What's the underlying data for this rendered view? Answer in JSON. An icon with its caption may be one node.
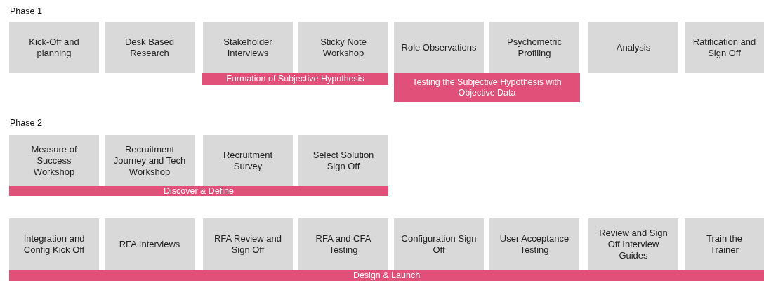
{
  "diagram": {
    "nodes": [
      {
        "text": [
          "Kick-Off and planning"
        ]
      },
      {
        "text": [
          "Desk Based Research"
        ]
      },
      {
        "text": [
          "Stakeholder Interviews"
        ]
      },
      {
        "text": [
          "Sticky Note Workshop"
        ]
      },
      {
        "text": [
          "Role Observations"
        ]
      },
      {
        "text": [
          "Psychometric Profiling"
        ]
      },
      {
        "text": [
          "Analysis"
        ]
      },
      {
        "text": [
          "Ratification and Sign Off"
        ]
      },
      {
        "text": [
          "Formation of  Subjective Hypothesis"
        ]
      },
      {
        "text": [
          "Testing the Subjective Hypothesis with Objective Data"
        ]
      },
      {
        "text": [
          "Measure of Success Workshop"
        ]
      },
      {
        "text": [
          "Recruitment Journey and Tech Workshop"
        ]
      },
      {
        "text": [
          "Recruitment Survey"
        ]
      },
      {
        "text": [
          "Select Solution Sign Off"
        ]
      },
      {
        "text": [
          "Discover & Define"
        ]
      },
      {
        "text": [
          "Integration and Config Kick Off"
        ]
      },
      {
        "text": [
          "RFA Interviews"
        ]
      },
      {
        "text": [
          "RFA Review and Sign Off"
        ]
      },
      {
        "text": [
          "RFA and CFA Testing"
        ]
      },
      {
        "text": [
          "Configuration Sign Off"
        ]
      },
      {
        "text": [
          "User Acceptance Testing"
        ]
      },
      {
        "text": [
          "Review and Sign Off Interview Guides"
        ]
      },
      {
        "text": [
          "Train the Trainer"
        ]
      },
      {
        "text": [
          "Design & Launch"
        ]
      }
    ],
    "labels": [
      "Phase 1",
      "Phase 2"
    ]
  }
}
